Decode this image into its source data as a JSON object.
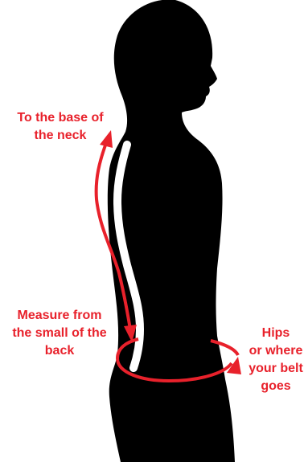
{
  "labels": {
    "neck": [
      "To the base of",
      "the neck"
    ],
    "back": [
      "Measure from",
      "the small of the",
      "back"
    ],
    "hips": [
      "Hips",
      "or where",
      "your belt",
      "goes"
    ]
  },
  "colors": {
    "silhouette": "#000000",
    "spine_line": "#ffffff",
    "annotation": "#e8212b",
    "background": "#ffffff"
  },
  "icons": {
    "figure": "human-silhouette-side-view",
    "spine": "spine-measurement-line",
    "arrow": "double-headed-arrow",
    "hip": "hip-circle-arrow"
  }
}
